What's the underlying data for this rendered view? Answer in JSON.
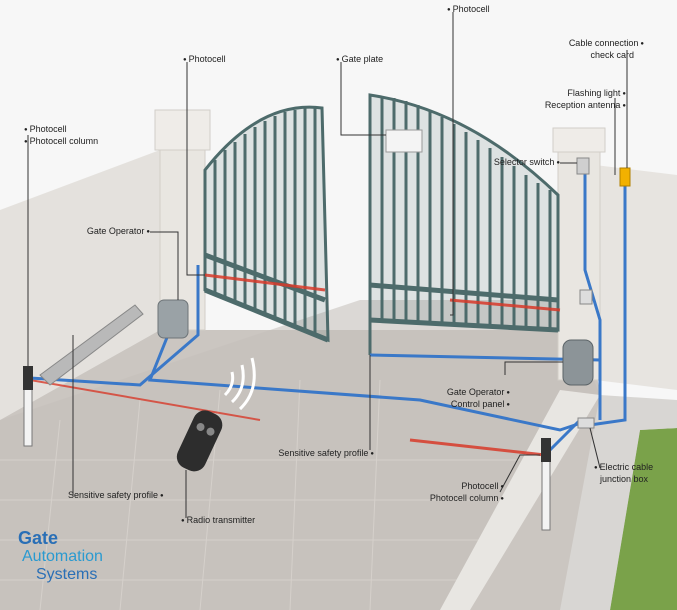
{
  "labels": {
    "photocell_top": "Photocell",
    "gate_plate": "Gate plate",
    "photocell_left": "Photocell",
    "photocell_column_left": "Photocell column",
    "photocell_mid": "Photocell",
    "cable_check_1": "Cable connection",
    "cable_check_2": "check card",
    "flashing_light": "Flashing light",
    "reception_antenna": "Reception antenna",
    "selector_switch": "Selector switch",
    "gate_operator_left": "Gate Operator",
    "gate_operator_right": "Gate Operator",
    "control_panel": "Control panel",
    "sensitive_profile_mid": "Sensitive safety profile",
    "sensitive_profile_left": "Sensitive safety profile",
    "radio_transmitter": "Radio transmitter",
    "photocell_bottom": "Photocell",
    "photocell_column_bottom": "Photocell column",
    "junction_1": "Electric cable",
    "junction_2": "junction box"
  },
  "logo": {
    "line1": "Gate",
    "line2": "Automation",
    "line3": "Systems"
  },
  "colors": {
    "cable": "#3a78c8",
    "beam": "#d83a2a",
    "gate": "#4d6b6b",
    "paving": "#c9c4bf",
    "wall": "#e6e3df",
    "grass": "#7aa24a"
  }
}
